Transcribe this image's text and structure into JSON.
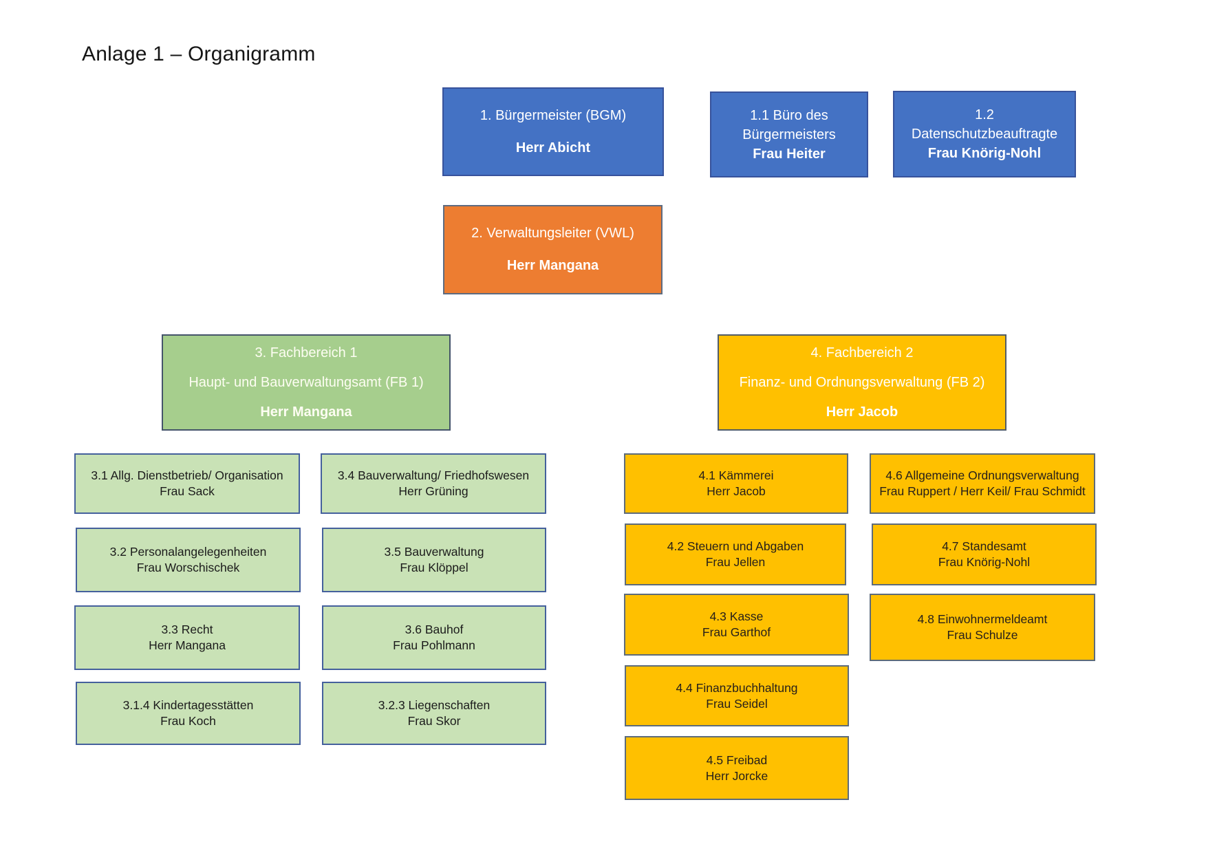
{
  "title": "Anlage 1 – Organigramm",
  "colors": {
    "blue": "#4472C4",
    "orange": "#ED7D31",
    "green_header": "#A6CE8D",
    "green_child": "#C9E2B6",
    "gold": "#FFC000",
    "text_on_dark": "#FFFFFF",
    "text_on_light": "#1B1B1B"
  },
  "boxes": {
    "bgm": {
      "title": "1. Bürgermeister (BGM)",
      "person": "Herr Abicht"
    },
    "buero": {
      "line1": "1.1 Büro des",
      "line2": "Bürgermeisters",
      "person": "Frau Heiter"
    },
    "datenschutz": {
      "line1": "1.2",
      "line2": "Datenschutzbeauftragte",
      "person": "Frau Knörig-Nohl"
    },
    "vwl": {
      "title": "2. Verwaltungsleiter (VWL)",
      "person": "Herr Mangana"
    },
    "fb1": {
      "line1": "3. Fachbereich 1",
      "line2": "Haupt- und Bauverwaltungsamt (FB 1)",
      "person": "Herr Mangana"
    },
    "fb2": {
      "line1": "4. Fachbereich 2",
      "line2": "Finanz- und Ordnungsverwaltung (FB 2)",
      "person": "Herr Jacob"
    }
  },
  "fb1_children": [
    {
      "title": "3.1 Allg. Dienstbetrieb/ Organisation",
      "person": "Frau Sack"
    },
    {
      "title": "3.4 Bauverwaltung/ Friedhofswesen",
      "person": "Herr Grüning"
    },
    {
      "title": "3.2 Personalangelegenheiten",
      "person": "Frau Worschischek"
    },
    {
      "title": "3.5 Bauverwaltung",
      "person": "Frau Klöppel"
    },
    {
      "title": "3.3 Recht",
      "person": "Herr Mangana"
    },
    {
      "title": "3.6 Bauhof",
      "person": "Frau Pohlmann"
    },
    {
      "title": "3.1.4 Kindertagesstätten",
      "person": "Frau Koch"
    },
    {
      "title": "3.2.3 Liegenschaften",
      "person": "Frau Skor"
    }
  ],
  "fb2_children": [
    {
      "title": "4.1 Kämmerei",
      "person": "Herr Jacob"
    },
    {
      "title": "4.6 Allgemeine Ordnungsverwaltung",
      "person": "Frau Ruppert / Herr Keil/ Frau Schmidt"
    },
    {
      "title": "4.2 Steuern und Abgaben",
      "person": "Frau Jellen"
    },
    {
      "title": "4.7 Standesamt",
      "person": "Frau Knörig-Nohl"
    },
    {
      "title": "4.3 Kasse",
      "person": "Frau Garthof"
    },
    {
      "title": "4.8 Einwohnermeldeamt",
      "person": "Frau Schulze"
    },
    {
      "title": "4.4 Finanzbuchhaltung",
      "person": "Frau Seidel"
    },
    {
      "title": "4.5 Freibad",
      "person": "Herr Jorcke"
    }
  ]
}
